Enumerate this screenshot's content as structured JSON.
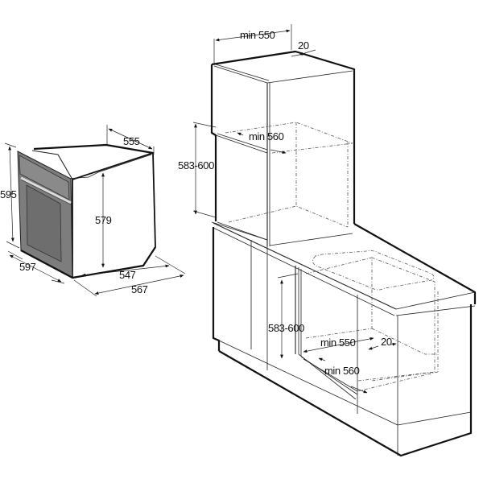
{
  "diagram": {
    "type": "built-in oven installation dimensions",
    "units": "mm",
    "colors": {
      "line": "#111111",
      "oven_front": "#7d7d7d",
      "background": "#ffffff"
    }
  },
  "oven": {
    "height": "595",
    "depth_top": "555",
    "inner_height": "579",
    "width": "597",
    "depth_body": "547",
    "depth_total": "567"
  },
  "tall_cabinet": {
    "width": "min 550",
    "rear_gap": "20",
    "niche_depth": "min 560",
    "niche_height": "583-600"
  },
  "under_counter": {
    "niche_height": "583-600",
    "width": "min 550",
    "rear_gap": "20",
    "niche_depth": "min 560"
  }
}
